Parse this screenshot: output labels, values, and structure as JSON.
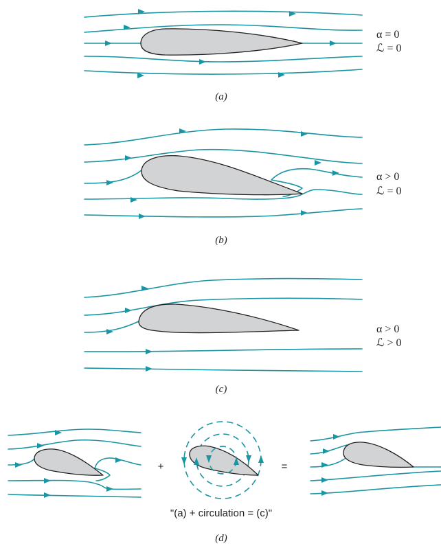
{
  "panels": {
    "a": {
      "caption": "(a)",
      "label_angle": "α = 0",
      "label_lift": "ℒ = 0"
    },
    "b": {
      "caption": "(b)",
      "label_angle": "α > 0",
      "label_lift": "ℒ = 0"
    },
    "c": {
      "caption": "(c)",
      "label_angle": "α > 0",
      "label_lift": "ℒ > 0"
    },
    "d": {
      "caption": "(d)",
      "plus_sign": "+",
      "equals_sign": "=",
      "equation": "\"(a) + circulation = (c)\""
    }
  },
  "colors": {
    "streamline": "#1a95a3",
    "airfoil_fill": "#d1d3d4",
    "airfoil_outline": "#231f20",
    "text": "#231f20"
  }
}
